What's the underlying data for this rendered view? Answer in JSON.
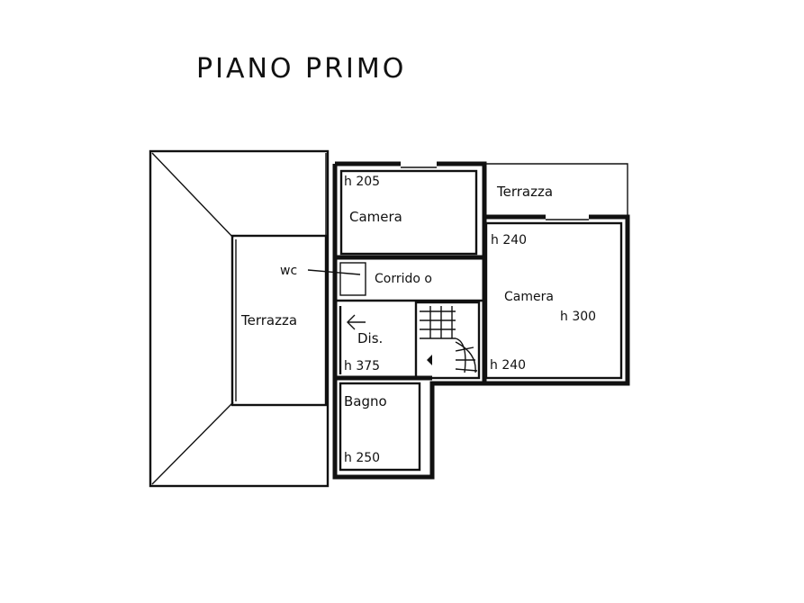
{
  "title": "PIANO    PRIMO",
  "rooms": {
    "camera_top": {
      "name": "Camera",
      "height": "h 205"
    },
    "terrazza_right": {
      "name": "Terrazza"
    },
    "terrazza_left": {
      "name": "Terrazza"
    },
    "wc": {
      "name": "wc"
    },
    "corridoio": {
      "name": "Corrido o"
    },
    "camera_right": {
      "name": "Camera",
      "height_top": "h 240",
      "height_mid": "h  300",
      "height_bottom": "h  240"
    },
    "dis": {
      "name": "Dis.",
      "height": "h  375"
    },
    "bagno": {
      "name": "Bagno",
      "height": "h 250"
    }
  },
  "colors": {
    "ink": "#111111",
    "paper": "#ffffff"
  }
}
